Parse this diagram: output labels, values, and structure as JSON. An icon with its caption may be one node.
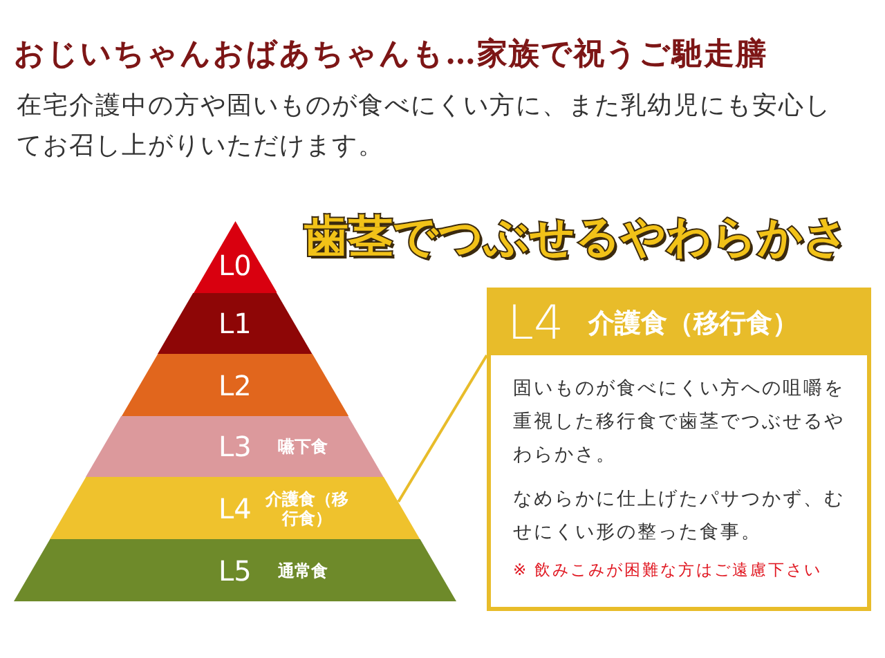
{
  "diagram": {
    "title": "おじいちゃんおばあちゃんも…家族で祝うご馳走膳",
    "nodes": [
      {
        "text": [
          "L0"
        ]
      },
      {
        "text": [
          "L1"
        ]
      },
      {
        "text": [
          "L2"
        ]
      },
      {
        "text": [
          "L3",
          "嚥下食"
        ]
      },
      {
        "text": [
          "L4",
          "介護食（移行食）"
        ]
      },
      {
        "text": [
          "L5",
          "通常食"
        ]
      },
      {
        "text": [
          "L4",
          "介護食（移行食）",
          "固いものが食べにくい方への咀嚼を重視した移行食で歯茎でつぶせるやわらかさ。",
          "なめらかに仕上げたパサつかず、むせにくい形の整った食事。",
          "※ 飲みこみが困難な方はご遠慮下さい"
        ]
      }
    ],
    "edges": [
      {
        "from": 4,
        "to": 6,
        "arrow": "none",
        "color": "#e8bc2a"
      }
    ],
    "labels": [
      "在宅介護中の方や固いものが食べにくい方に、また乳幼児にも安心してお召し上がりいただけます。",
      "歯茎でつぶせるやわらかさ"
    ]
  }
}
